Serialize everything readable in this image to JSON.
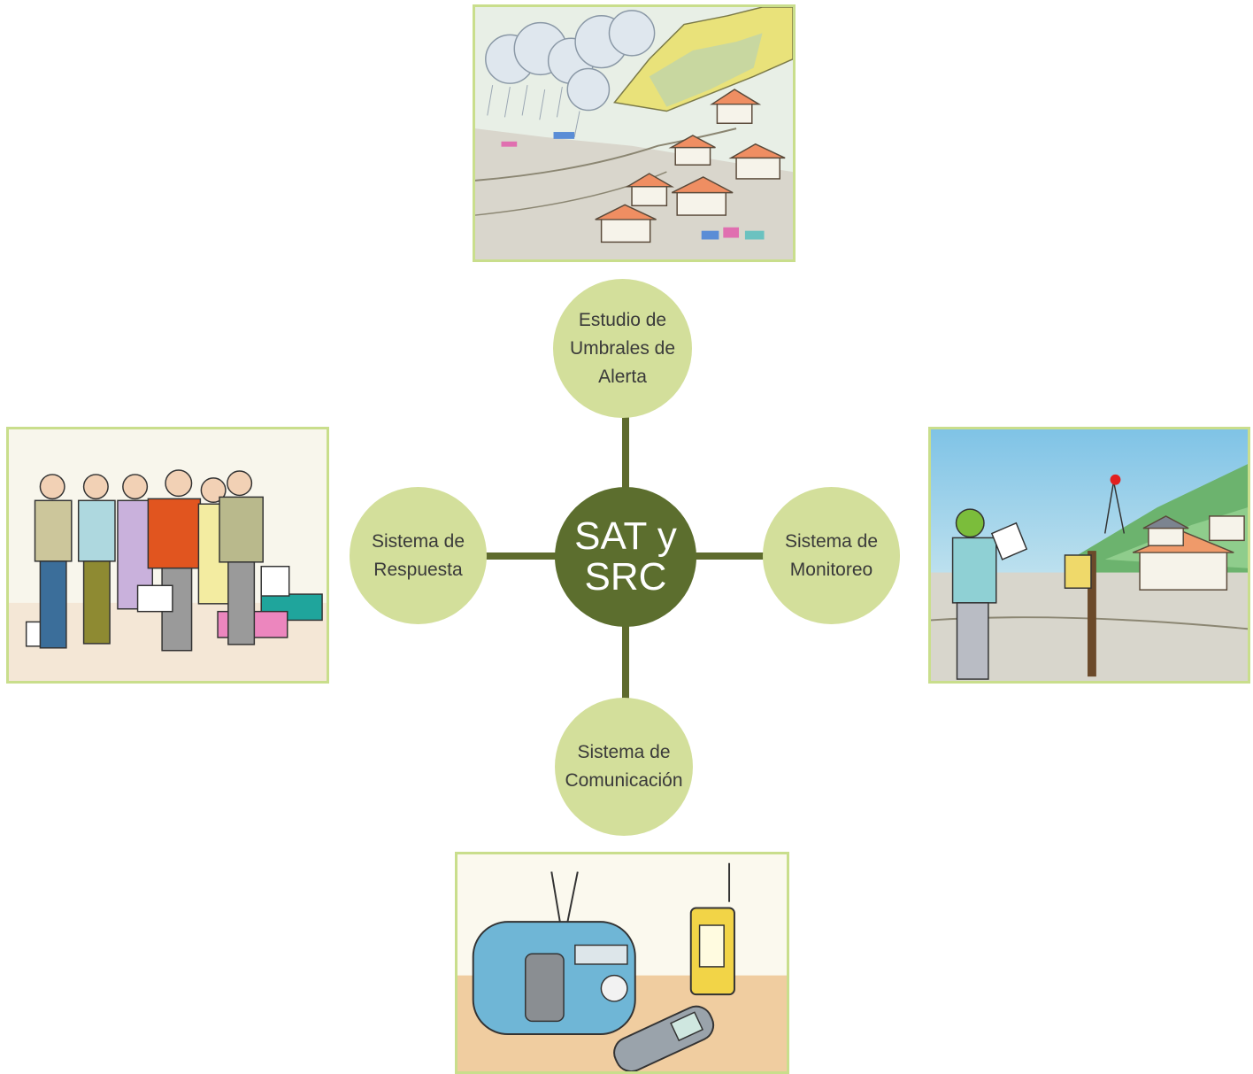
{
  "center": {
    "label": "SAT y\nSRC"
  },
  "nodes": {
    "top": "Estudio de\nUmbrales de\nAlerta",
    "left": "Sistema de\nRespuesta",
    "right": "Sistema de\nMonitoreo",
    "bottom": "Sistema de\nComunicación"
  },
  "illustrations": {
    "top": "landslide-village-illustration",
    "left": "community-group-illustration",
    "right": "monitoring-station-illustration",
    "bottom": "communication-devices-illustration"
  },
  "colors": {
    "center_fill": "#5c6e2e",
    "node_fill": "#d3df9b",
    "connector": "#5e6b2d",
    "panel_border": "#c9de8c"
  }
}
